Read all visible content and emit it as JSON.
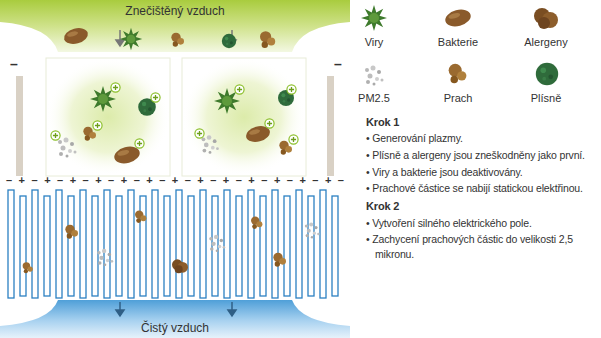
{
  "diagram": {
    "labels": [
      "Znečištěný vzduch",
      "–",
      "–",
      "– + – + – + – + – + – + – + – + – + – + – + – + – + –",
      "Čistý vzduch",
      "Krok 1",
      "• Generování plazmy.",
      "• Plísně a alergeny jsou zneškodněny jako první.",
      "• Viry a bakterie jsou deaktivovány.",
      "• Prachové částice se nabijí statickou elektřinou.",
      "Krok 2",
      "• Vytvoření silného elektrického pole.",
      "• Zachycení prachových částic do velikosti 2,5 mikronu."
    ],
    "legend": [
      {
        "text": "Viry"
      },
      {
        "text": "Bakterie"
      },
      {
        "text": "Alergeny"
      },
      {
        "text": "PM2.5"
      },
      {
        "text": "Prach"
      },
      {
        "text": "Plísně"
      }
    ]
  }
}
